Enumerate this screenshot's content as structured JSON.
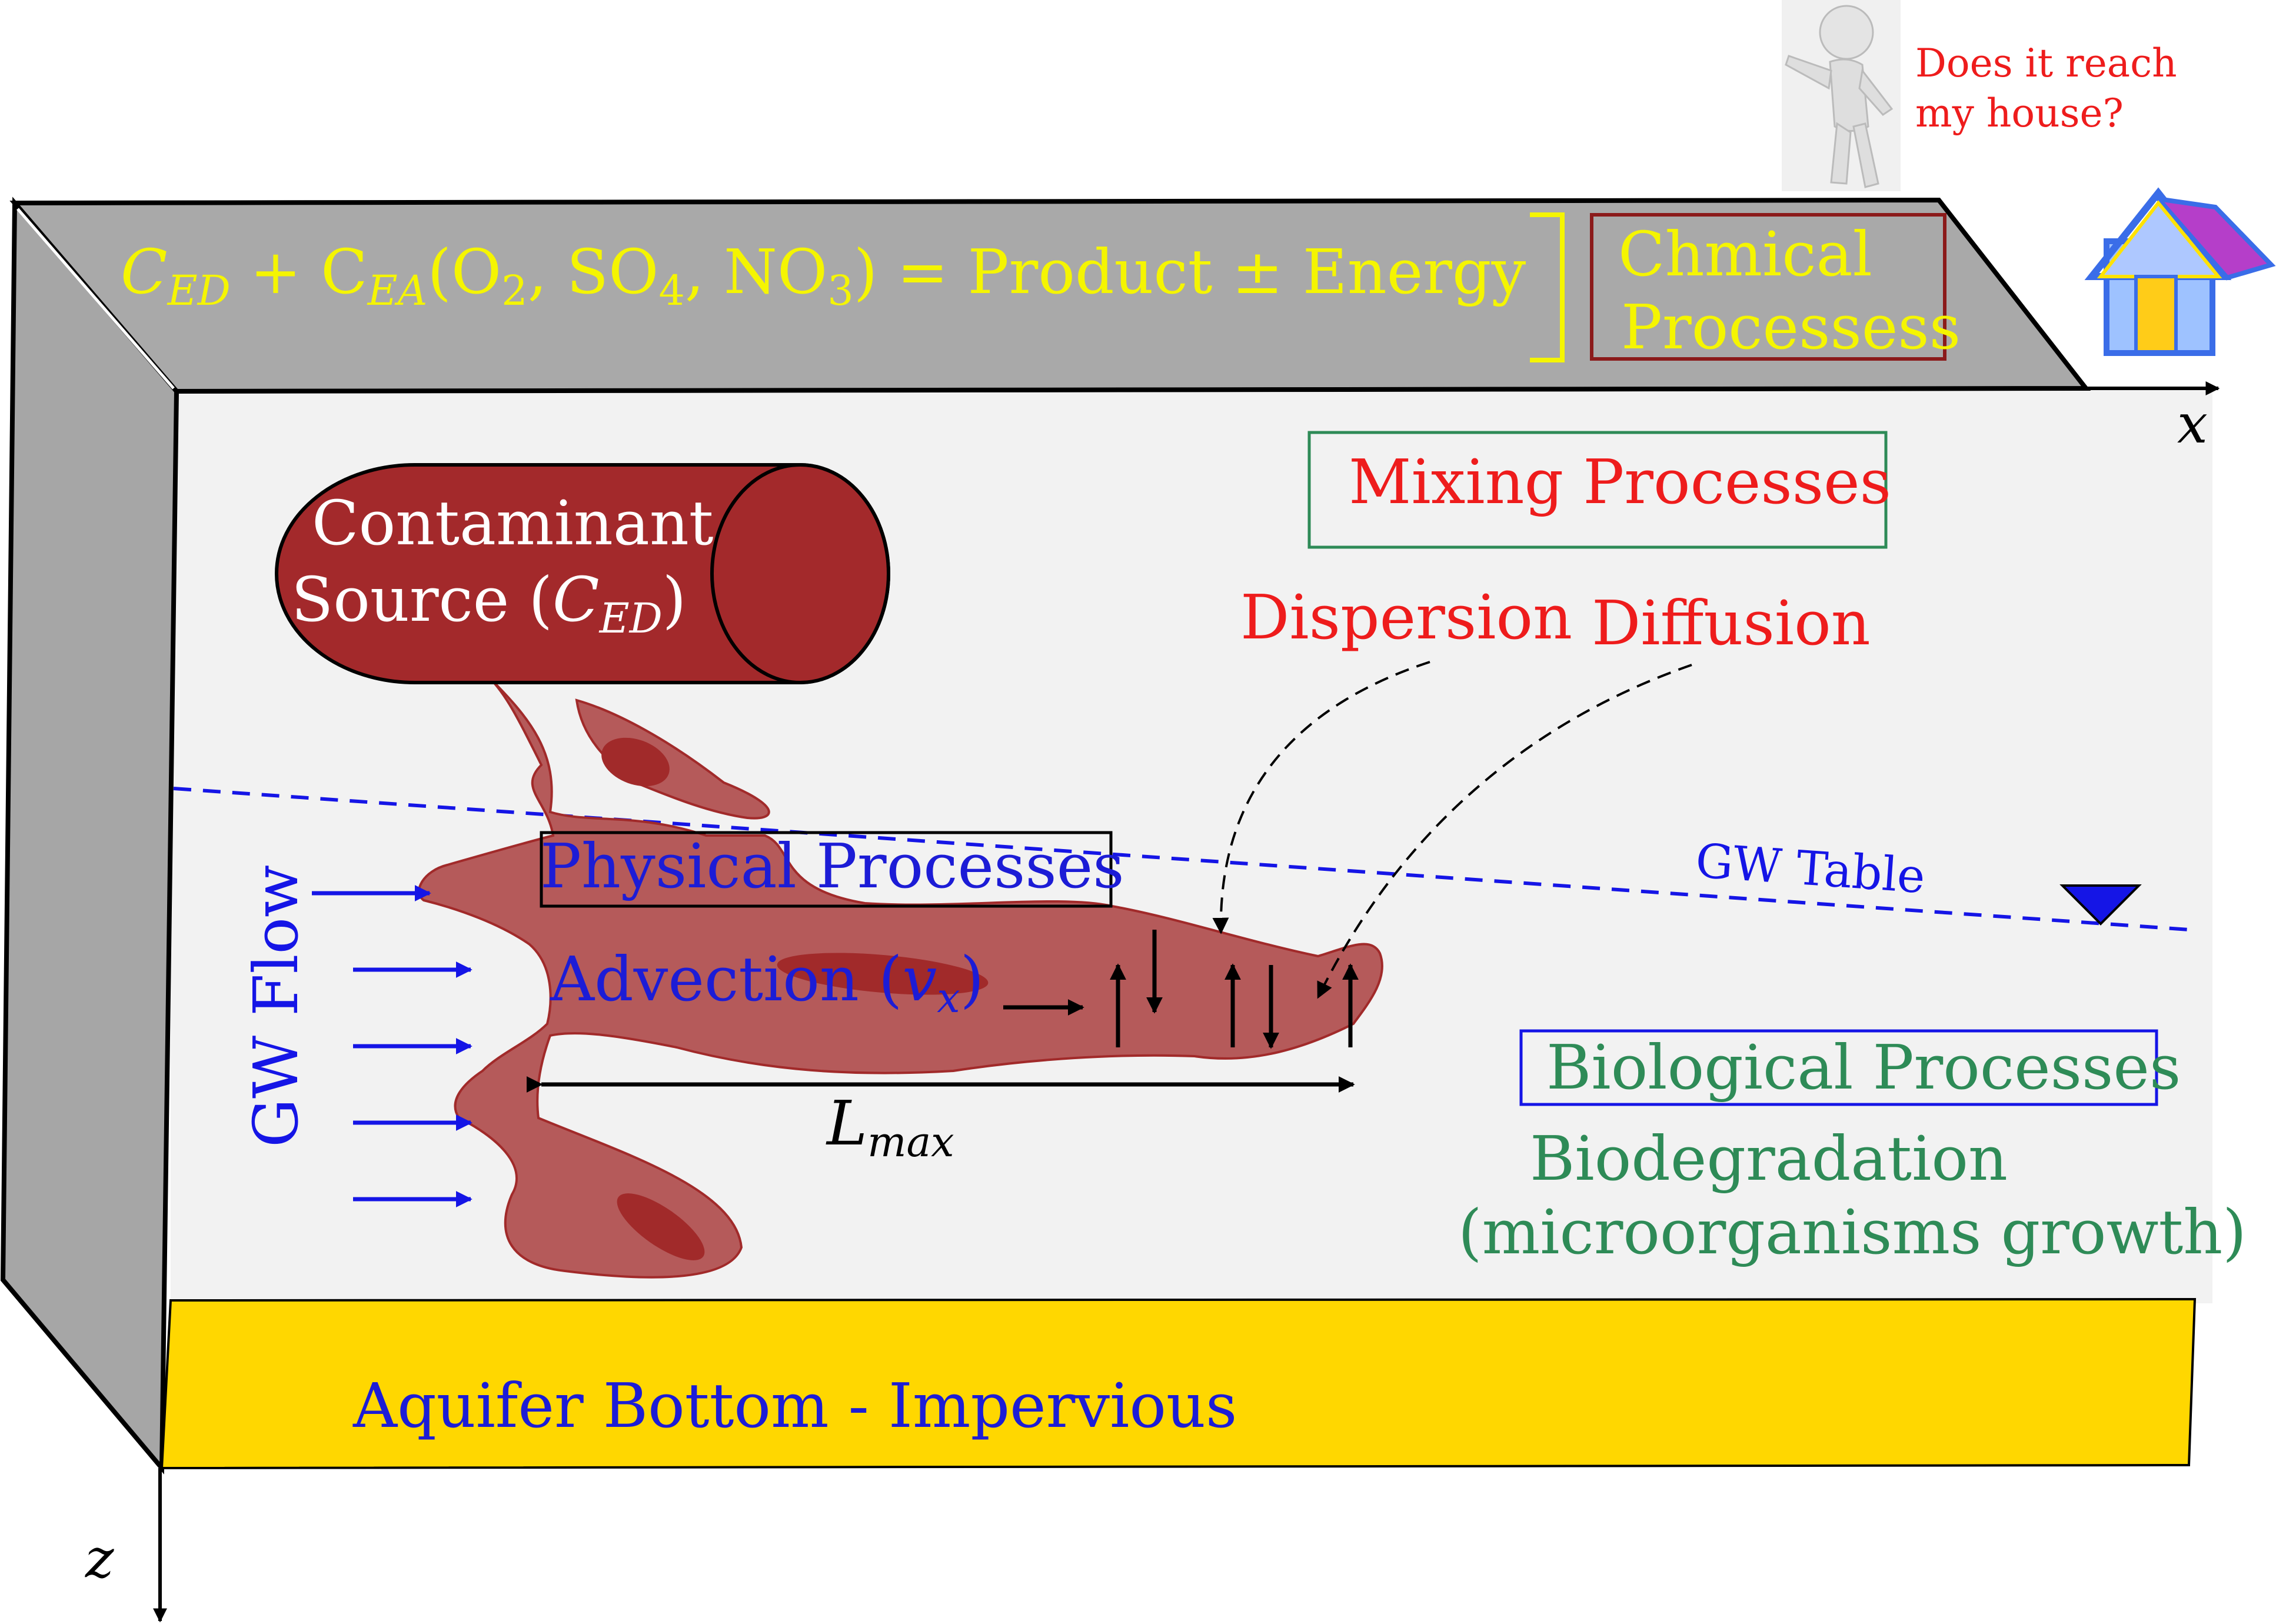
{
  "question": {
    "line1": "Does it reach",
    "line2": "my house?"
  },
  "reaction": {
    "lhs": "C",
    "lhs_sub": "ED",
    "plus": " + C",
    "ea_sub": "EA",
    "ea_args_open": "(O",
    "o2_sub": "2",
    "so": ", SO",
    "so4_sub": "4",
    "no": ", NO",
    "no3_sub": "3",
    "close": ")",
    "rhs": " = Product ± Energy"
  },
  "chemical_box": {
    "line1": "Chmical",
    "line2": "Processess"
  },
  "source": {
    "line1": "Contaminant",
    "line2_pre": "Source (",
    "line2_c": "C",
    "line2_sub": "ED",
    "line2_post": ")"
  },
  "mixing_box": "Mixing Processes",
  "dispersion": "Dispersion",
  "diffusion": "Diffusion",
  "physical_box": "Physical Processes",
  "advection": {
    "text": "Advection (",
    "v": "v",
    "sub": "x",
    "close": ")"
  },
  "gw_flow": "GW Flow",
  "gw_table": "GW Table",
  "lmax": {
    "L": "L",
    "sub": "max"
  },
  "biological_box": "Biological Processes",
  "biodegradation": {
    "line1": "Biodegradation",
    "line2": "(microorganisms growth)"
  },
  "aquifer_bottom": "Aquifer Bottom - Impervious",
  "axis_x": "x",
  "axis_z": "z",
  "colors": {
    "top_face": "#a9a9a9",
    "side_face": "#a6a6a6",
    "front_face": "#f2f2f2",
    "aquifer": "#ffd700",
    "plume": "#b55a5a",
    "plume_dark": "#a12a2a",
    "source": "#a3292b",
    "yellow_text": "#f5f500",
    "red_text": "#ee1c1c",
    "blue_text": "#1c1cd6",
    "green_text": "#2e8b57"
  }
}
